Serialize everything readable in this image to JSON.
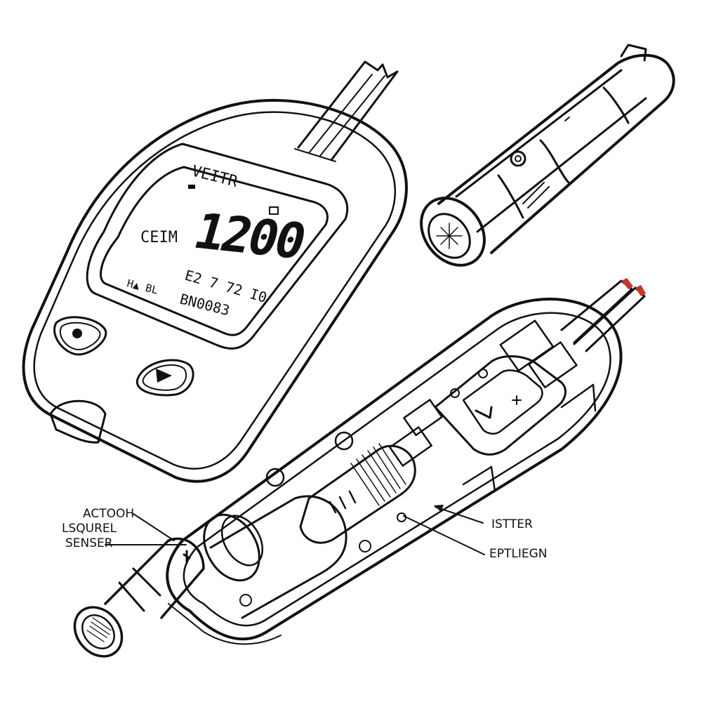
{
  "meter": {
    "display": {
      "line_top": "VEITR",
      "line_mode": "CEIM",
      "reading": "1200",
      "line_date": "E2 7 72 I0",
      "line_code": "BN0083",
      "line_flags": "H▲ BL"
    },
    "buttons": [
      {
        "icon": "dot-icon"
      },
      {
        "icon": "play-triangle-icon"
      }
    ]
  },
  "labels": {
    "actooh": "ACTOOH",
    "lsqurel": "LSQUREL",
    "senser": "SENSER",
    "istter": "ISTTER",
    "eptliegn": "EPTLIEGN"
  }
}
